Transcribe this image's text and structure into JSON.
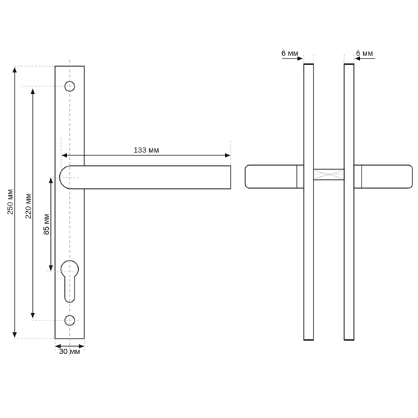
{
  "front_view": {
    "dimensions": {
      "total_height": "250 мм",
      "hole_spacing": "220 мм",
      "handle_to_cylinder": "85 мм",
      "handle_length": "133 мм",
      "plate_width": "30 мм"
    }
  },
  "side_view": {
    "dimensions": {
      "left_plate_thickness": "6 мм",
      "right_plate_thickness": "6 мм"
    }
  },
  "colors": {
    "line": "#222222",
    "dashed": "#999999",
    "background": "#ffffff"
  }
}
